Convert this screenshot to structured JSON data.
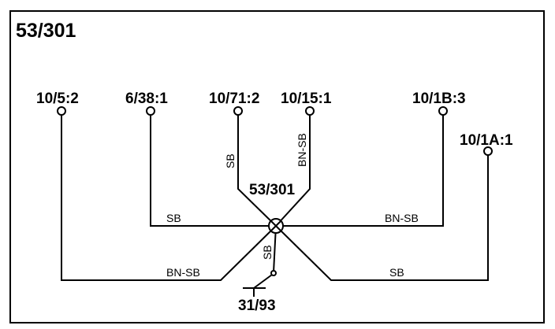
{
  "title": "53/301",
  "splice_label": "53/301",
  "ground_label": "31/93",
  "connectors": [
    {
      "id": "10/5:2"
    },
    {
      "id": "6/38:1"
    },
    {
      "id": "10/71:2"
    },
    {
      "id": "10/15:1"
    },
    {
      "id": "10/1B:3"
    },
    {
      "id": "10/1A:1"
    }
  ],
  "wires": [
    {
      "color": "BN-SB"
    },
    {
      "color": "SB"
    },
    {
      "color": "SB"
    },
    {
      "color": "BN-SB"
    },
    {
      "color": "BN-SB"
    },
    {
      "color": "SB"
    },
    {
      "color": "SB"
    }
  ]
}
